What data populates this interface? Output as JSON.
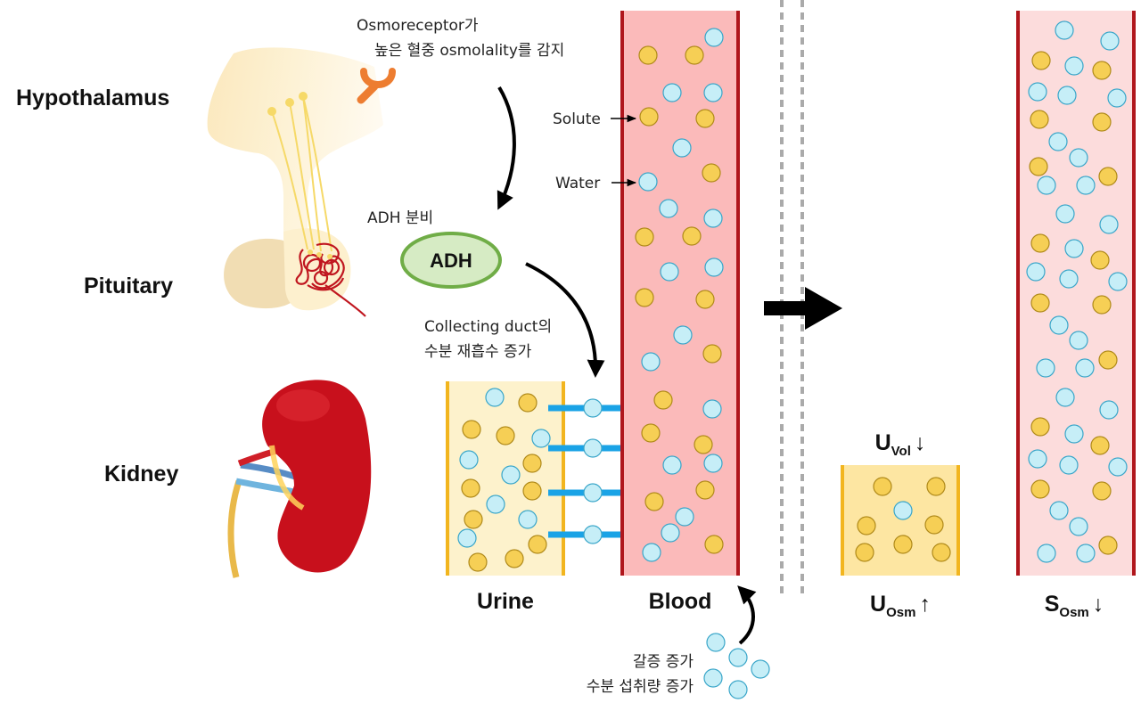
{
  "organs": {
    "hypothalamus": "Hypothalamus",
    "pituitary": "Pituitary",
    "kidney": "Kidney"
  },
  "annotations": {
    "osmoreceptor_line1": "Osmoreceptor가",
    "osmoreceptor_line2": "높은 혈중 osmolality를 감지",
    "adh_secretion": "ADH 분비",
    "adh_label": "ADH",
    "collecting_line1": "Collecting duct의",
    "collecting_line2": "수분 재흡수 증가",
    "solute": "Solute",
    "water": "Water",
    "thirst_line1": "갈증 증가",
    "thirst_line2": "수분 섭취량 증가"
  },
  "columns": {
    "urine": "Urine",
    "blood": "Blood"
  },
  "results": {
    "uvol_main": "U",
    "uvol_sub": "Vol",
    "uvol_arrow": "↓",
    "uosm_main": "U",
    "uosm_sub": "Osm",
    "uosm_arrow": "↑",
    "sosm_main": "S",
    "sosm_sub": "Osm",
    "sosm_arrow": "↓"
  },
  "colors": {
    "solute": "#f6cf55",
    "water": "#c6eef7",
    "blood_fill": "#fbbaba",
    "blood_fill_light": "#fcdcdc",
    "blood_wall": "#b0161c",
    "urine_fill": "#fdf2cc",
    "urine_fill_dark": "#fde6a2",
    "urine_wall": "#f2b51e",
    "transport_arrow": "#1aa3e6",
    "adh_fill": "#d6ebc4",
    "adh_border": "#70ad47",
    "osmoreceptor": "#ed7d31",
    "kidney": "#c8101c",
    "hypothalamus_fill": "#fdf0ce",
    "pituitary_fill": "#f4e3c0"
  }
}
